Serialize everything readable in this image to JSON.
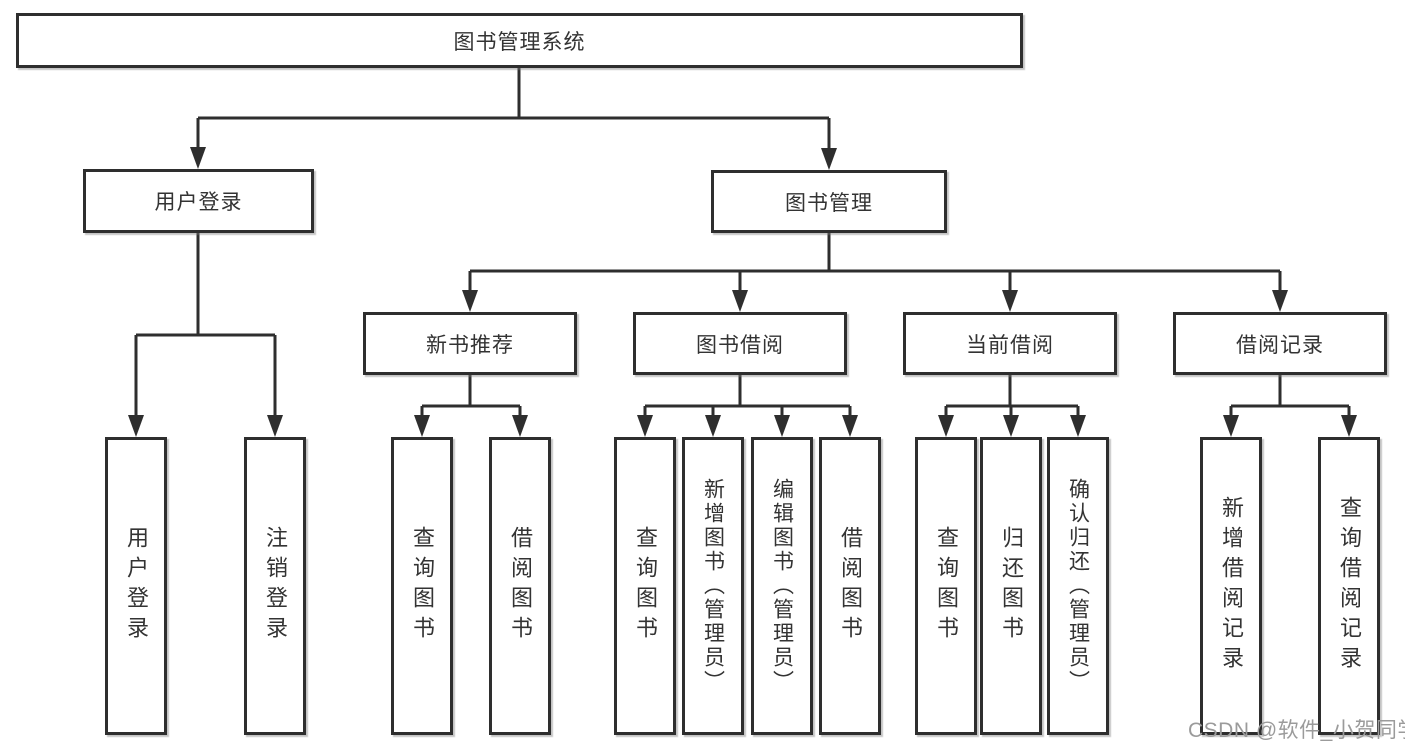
{
  "title": "图书管理系统",
  "watermark": {
    "text": "CSDN @软件_小贺同学",
    "color": "#9b9b9b"
  },
  "colors": {
    "background": "#ffffff",
    "line": "#2e2e2e",
    "box_border": "#2e2e2e",
    "box_fill": "#ffffff",
    "text": "#333333",
    "watermark": "#9b9b9b"
  },
  "nodes": {
    "root": {
      "label": "图书管理系统"
    },
    "level2": [
      {
        "label": "用户登录",
        "parent": "图书管理系统"
      },
      {
        "label": "图书管理",
        "parent": "图书管理系统"
      }
    ],
    "level3": [
      {
        "label": "新书推荐",
        "parent": "图书管理"
      },
      {
        "label": "图书借阅",
        "parent": "图书管理"
      },
      {
        "label": "当前借阅",
        "parent": "图书管理"
      },
      {
        "label": "借阅记录",
        "parent": "图书管理"
      }
    ],
    "leaves": [
      {
        "label": "用户登录",
        "parent": "用户登录"
      },
      {
        "label": "注销登录",
        "parent": "用户登录"
      },
      {
        "label": "查询图书",
        "parent": "新书推荐"
      },
      {
        "label": "借阅图书",
        "parent": "新书推荐"
      },
      {
        "label": "查询图书",
        "parent": "图书借阅"
      },
      {
        "label": "新增图书（管理员）",
        "parent": "图书借阅"
      },
      {
        "label": "编辑图书（管理员）",
        "parent": "图书借阅"
      },
      {
        "label": "借阅图书",
        "parent": "图书借阅"
      },
      {
        "label": "查询图书",
        "parent": "当前借阅"
      },
      {
        "label": "归还图书",
        "parent": "当前借阅"
      },
      {
        "label": "确认归还（管理员）",
        "parent": "当前借阅"
      },
      {
        "label": "新增借阅记录",
        "parent": "借阅记录"
      },
      {
        "label": "查询借阅记录",
        "parent": "借阅记录"
      }
    ]
  }
}
